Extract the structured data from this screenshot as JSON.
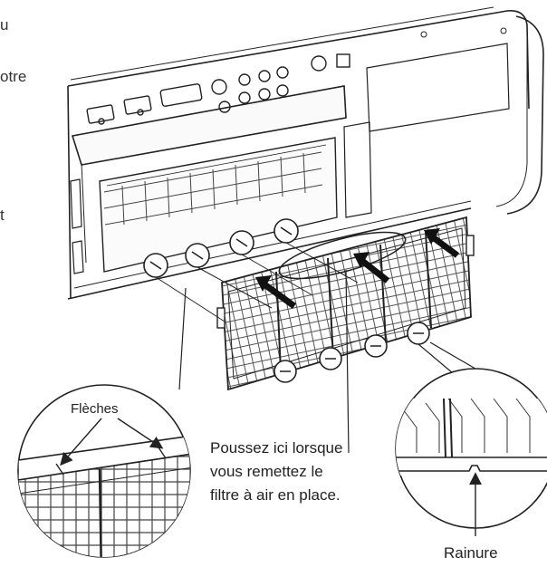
{
  "edge_fragments": [
    "u",
    "otre",
    "t"
  ],
  "labels": {
    "arrows": "Flèches",
    "instruction_line1": "Poussez ici lorsque",
    "instruction_line2": "vous remettez le",
    "instruction_line3": "filtre à air en place.",
    "groove": "Rainure"
  },
  "colors": {
    "line": "#222222",
    "panel": "#f4f4f4",
    "background": "#ffffff"
  }
}
